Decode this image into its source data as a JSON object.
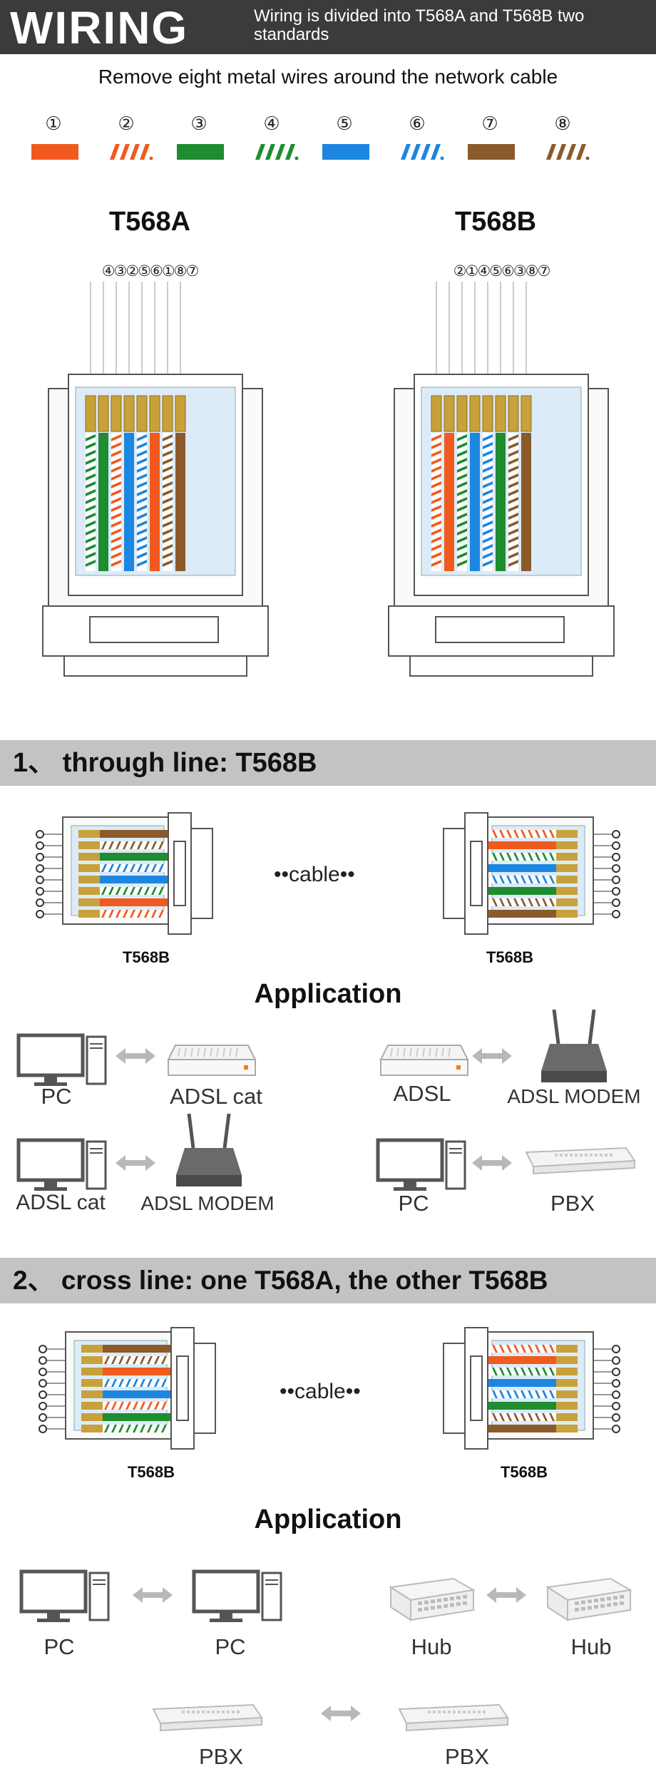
{
  "header": {
    "title": "WIRING",
    "subtitle": "Wiring is divided into T568A and T568B two standards"
  },
  "intro": "Remove eight metal wires around the network cable",
  "colors": {
    "orange": "#f05a1e",
    "green": "#1e8c2f",
    "blue": "#1c86e0",
    "brown": "#8b5a2b",
    "gold": "#c9a13a",
    "band": "#c3c3c5",
    "header_bg": "#3b3b3b"
  },
  "wire_sequence": [
    {
      "num": "①",
      "color": "orange",
      "striped": false
    },
    {
      "num": "②",
      "color": "orange",
      "striped": true
    },
    {
      "num": "③",
      "color": "green",
      "striped": false
    },
    {
      "num": "④",
      "color": "green",
      "striped": true
    },
    {
      "num": "⑤",
      "color": "blue",
      "striped": false
    },
    {
      "num": "⑥",
      "color": "blue",
      "striped": true
    },
    {
      "num": "⑦",
      "color": "brown",
      "striped": false
    },
    {
      "num": "⑧",
      "color": "brown",
      "striped": true
    }
  ],
  "standards": {
    "a": {
      "title": "T568A",
      "pins": "④③②⑤⑥①⑧⑦",
      "wires": [
        {
          "color": "green",
          "striped": true
        },
        {
          "color": "green",
          "striped": false
        },
        {
          "color": "orange",
          "striped": true
        },
        {
          "color": "blue",
          "striped": false
        },
        {
          "color": "blue",
          "striped": true
        },
        {
          "color": "orange",
          "striped": false
        },
        {
          "color": "brown",
          "striped": true
        },
        {
          "color": "brown",
          "striped": false
        }
      ]
    },
    "b": {
      "title": "T568B",
      "pins": "②①④⑤⑥③⑧⑦",
      "wires": [
        {
          "color": "orange",
          "striped": true
        },
        {
          "color": "orange",
          "striped": false
        },
        {
          "color": "green",
          "striped": true
        },
        {
          "color": "blue",
          "striped": false
        },
        {
          "color": "blue",
          "striped": true
        },
        {
          "color": "green",
          "striped": false
        },
        {
          "color": "brown",
          "striped": true
        },
        {
          "color": "brown",
          "striped": false
        }
      ]
    }
  },
  "section1": {
    "title": "1、 through line: T568B",
    "left_label": "T568B",
    "right_label": "T568B",
    "cable_text": "••cable••",
    "app_title": "Application",
    "devices": [
      "PC",
      "ADSL cat",
      "ADSL",
      "ADSL MODEM",
      "ADSL cat",
      "ADSL MODEM",
      "PC",
      "PBX"
    ]
  },
  "section2": {
    "title": "2、 cross line: one T568A, the other T568B",
    "left_label": "T568B",
    "right_label": "T568B",
    "cable_text": "••cable••",
    "app_title": "Application",
    "devices": [
      "PC",
      "PC",
      "Hub",
      "Hub",
      "PBX",
      "PBX"
    ]
  }
}
